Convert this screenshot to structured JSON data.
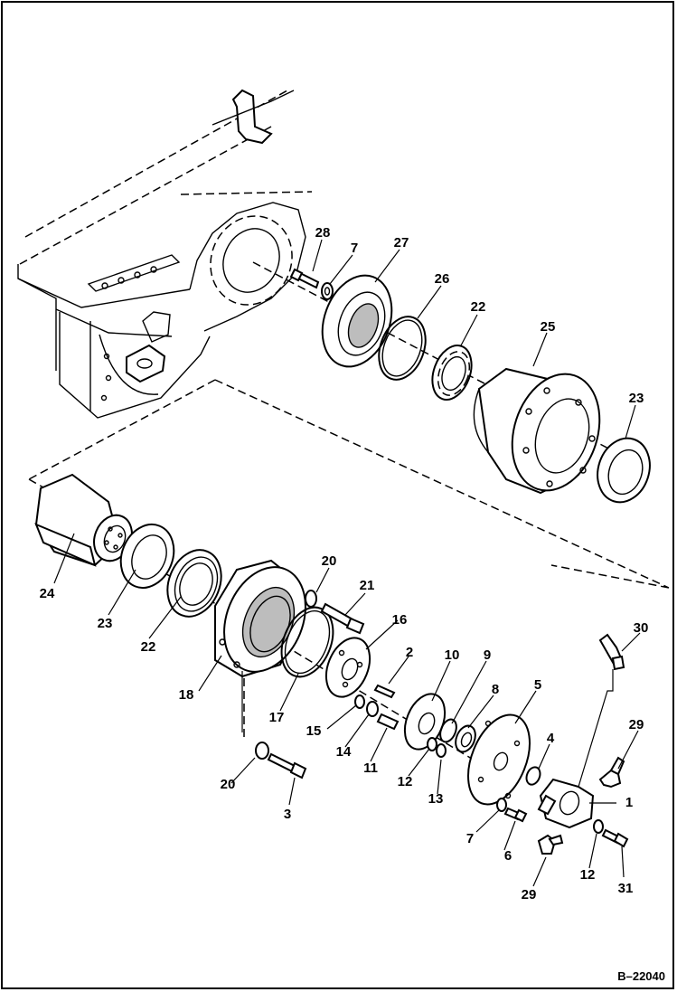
{
  "diagram": {
    "reference": "B–22040",
    "callouts": [
      {
        "id": "c1",
        "text": "1"
      },
      {
        "id": "c2",
        "text": "2"
      },
      {
        "id": "c3",
        "text": "3"
      },
      {
        "id": "c4",
        "text": "4"
      },
      {
        "id": "c5",
        "text": "5"
      },
      {
        "id": "c6",
        "text": "6"
      },
      {
        "id": "c7a",
        "text": "7"
      },
      {
        "id": "c7b",
        "text": "7"
      },
      {
        "id": "c8",
        "text": "8"
      },
      {
        "id": "c9",
        "text": "9"
      },
      {
        "id": "c10",
        "text": "10"
      },
      {
        "id": "c11",
        "text": "11"
      },
      {
        "id": "c12a",
        "text": "12"
      },
      {
        "id": "c12b",
        "text": "12"
      },
      {
        "id": "c13",
        "text": "13"
      },
      {
        "id": "c14",
        "text": "14"
      },
      {
        "id": "c15",
        "text": "15"
      },
      {
        "id": "c16",
        "text": "16"
      },
      {
        "id": "c17",
        "text": "17"
      },
      {
        "id": "c18",
        "text": "18"
      },
      {
        "id": "c20a",
        "text": "20"
      },
      {
        "id": "c20b",
        "text": "20"
      },
      {
        "id": "c21",
        "text": "21"
      },
      {
        "id": "c22a",
        "text": "22"
      },
      {
        "id": "c22b",
        "text": "22"
      },
      {
        "id": "c23a",
        "text": "23"
      },
      {
        "id": "c23b",
        "text": "23"
      },
      {
        "id": "c24",
        "text": "24"
      },
      {
        "id": "c25",
        "text": "25"
      },
      {
        "id": "c26",
        "text": "26"
      },
      {
        "id": "c27",
        "text": "27"
      },
      {
        "id": "c28",
        "text": "28"
      },
      {
        "id": "c29a",
        "text": "29"
      },
      {
        "id": "c29b",
        "text": "29"
      },
      {
        "id": "c30",
        "text": "30"
      },
      {
        "id": "c31",
        "text": "31"
      }
    ]
  }
}
